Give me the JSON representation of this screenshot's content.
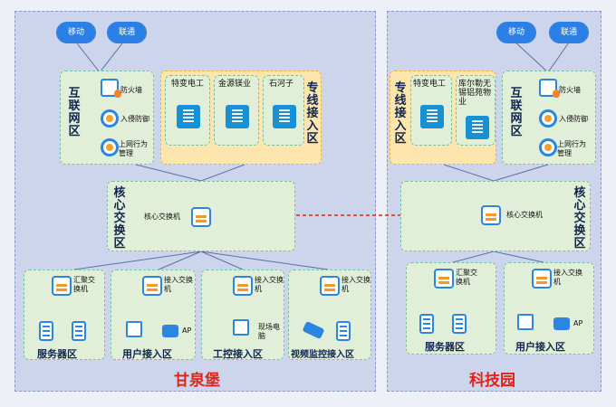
{
  "clouds": {
    "mobile": "移动",
    "unicom": "联通"
  },
  "left": {
    "site_title": "甘泉堡",
    "internet_zone": {
      "title": "互联网区",
      "items": [
        "防火墙",
        "入侵防御",
        "上网行为管理"
      ]
    },
    "dedicated_zone": {
      "title": "专线接入区",
      "items": [
        "特变电工",
        "金源镁业",
        "石河子"
      ]
    },
    "core_zone": {
      "title": "核心交换区",
      "switch": "核心交换机"
    },
    "server_zone": {
      "title": "服务器区",
      "switch": "汇聚交换机"
    },
    "user_zone": {
      "title": "用户接入区",
      "switch": "接入交换机",
      "ap": "AP"
    },
    "ics_zone": {
      "title": "工控接入区",
      "switch": "接入交换机",
      "device": "现场电脑"
    },
    "video_zone": {
      "title": "视频监控接入区",
      "switch": "接入交换机"
    }
  },
  "right": {
    "site_title": "科技园",
    "dedicated_zone": {
      "title": "专线接入区",
      "items": [
        "特变电工",
        "库尔勒无锡铝苑物业"
      ]
    },
    "internet_zone": {
      "title": "互联网区",
      "items": [
        "防火墙",
        "入侵防御",
        "上网行为管理"
      ]
    },
    "core_zone": {
      "title": "核心交换区",
      "switch": "核心交换机"
    },
    "server_zone": {
      "title": "服务器区",
      "switch": "汇聚交换机"
    },
    "user_zone": {
      "title": "用户接入区",
      "switch": "接入交换机",
      "ap": "AP"
    }
  }
}
